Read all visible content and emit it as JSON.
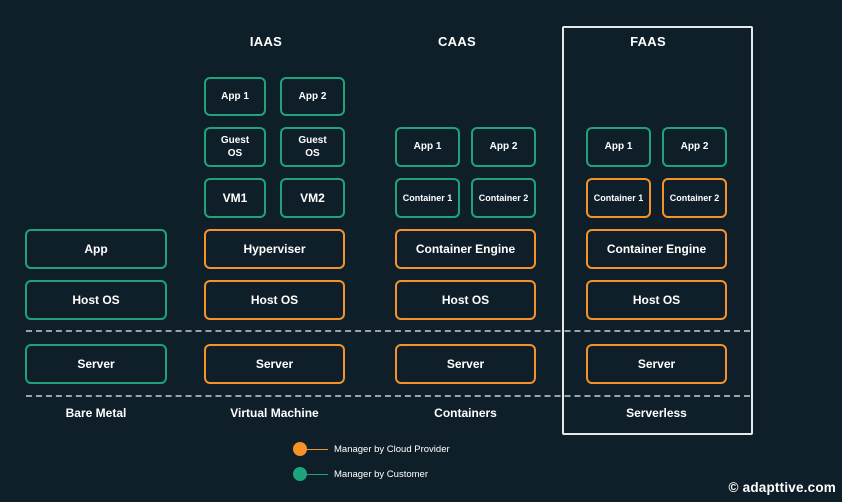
{
  "colors": {
    "background": "#0f1f2a",
    "customer": "#1fa37a",
    "provider": "#f5922a",
    "frame": "#e6e9ec"
  },
  "headings": {
    "iaas": "IAAS",
    "caas": "CAAS",
    "faas": "FAAS"
  },
  "bare_metal": {
    "app": "App",
    "host_os": "Host OS",
    "server": "Server",
    "label": "Bare Metal"
  },
  "virtual_machine": {
    "app1": "App 1",
    "app2": "App 2",
    "guest_os1": "Guest OS",
    "guest_os2": "Guest OS",
    "vm1": "VM1",
    "vm2": "VM2",
    "hyperviser": "Hyperviser",
    "host_os": "Host OS",
    "server": "Server",
    "label": "Virtual Machine"
  },
  "containers": {
    "app1": "App 1",
    "app2": "App 2",
    "container1": "Container 1",
    "container2": "Container 2",
    "engine": "Container Engine",
    "host_os": "Host OS",
    "server": "Server",
    "label": "Containers"
  },
  "serverless": {
    "app1": "App 1",
    "app2": "App 2",
    "container1": "Container 1",
    "container2": "Container 2",
    "engine": "Container Engine",
    "host_os": "Host OS",
    "server": "Server",
    "label": "Serverless"
  },
  "legend": {
    "provider": "Manager by Cloud Provider",
    "customer": "Manager by Customer"
  },
  "brand": "© adapttive.com"
}
